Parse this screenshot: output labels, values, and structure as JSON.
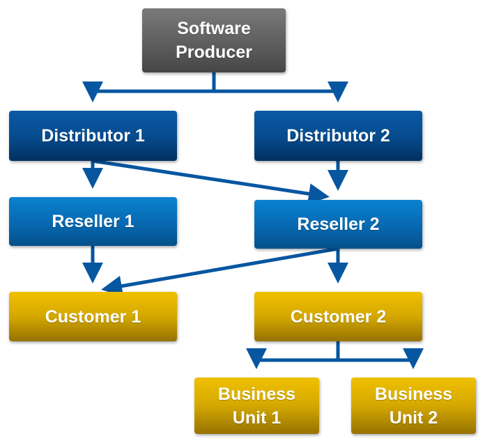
{
  "diagram": {
    "type": "hierarchy-flowchart",
    "colors": {
      "connector": "#0656a0",
      "producer": "#5e5e5e",
      "distributor": "#064a8c",
      "reseller": "#0768b0",
      "customer": "#d4a800",
      "text": "#ffffff"
    },
    "nodes": {
      "producer": {
        "label": "Software\nProducer"
      },
      "distributor_1": {
        "label": "Distributor 1"
      },
      "distributor_2": {
        "label": "Distributor 2"
      },
      "reseller_1": {
        "label": "Reseller 1"
      },
      "reseller_2": {
        "label": "Reseller 2"
      },
      "customer_1": {
        "label": "Customer 1"
      },
      "customer_2": {
        "label": "Customer 2"
      },
      "business_unit_1": {
        "label": "Business\nUnit 1"
      },
      "business_unit_2": {
        "label": "Business\nUnit 2"
      }
    },
    "edges": [
      {
        "from": "producer",
        "to": "distributor_1"
      },
      {
        "from": "producer",
        "to": "distributor_2"
      },
      {
        "from": "distributor_1",
        "to": "reseller_1"
      },
      {
        "from": "distributor_1",
        "to": "reseller_2"
      },
      {
        "from": "distributor_2",
        "to": "reseller_2"
      },
      {
        "from": "reseller_1",
        "to": "customer_1"
      },
      {
        "from": "reseller_2",
        "to": "customer_1"
      },
      {
        "from": "reseller_2",
        "to": "customer_2"
      },
      {
        "from": "customer_2",
        "to": "business_unit_1"
      },
      {
        "from": "customer_2",
        "to": "business_unit_2"
      }
    ]
  }
}
